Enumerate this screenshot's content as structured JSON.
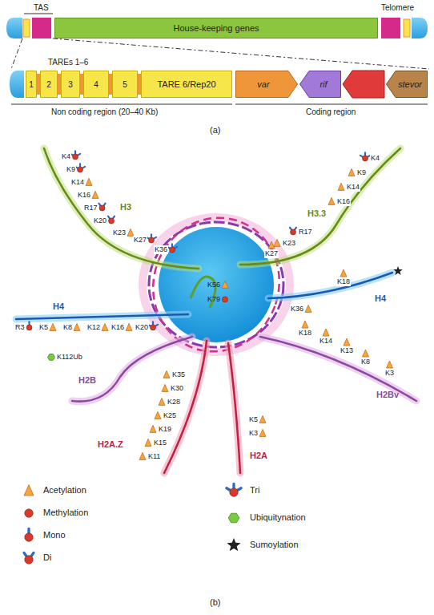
{
  "diagram": {
    "nodes": [
      {
        "text": [
          "House-keeping genes"
        ]
      },
      {
        "text": [
          "1"
        ]
      },
      {
        "text": [
          "2"
        ]
      },
      {
        "text": [
          "3"
        ]
      },
      {
        "text": [
          "4"
        ]
      },
      {
        "text": [
          "5"
        ]
      },
      {
        "text": [
          "TARE 6/Rep20"
        ]
      },
      {
        "text": [
          "var"
        ]
      },
      {
        "text": [
          "rif"
        ]
      },
      {
        "text": [
          "stevor"
        ]
      }
    ],
    "labels": [
      "TAS",
      "Telomere",
      "TAREs 1–6",
      "Non coding region (20–40 Kb)",
      "Coding region",
      "(a)",
      "H3",
      "K4",
      "K9",
      "K14",
      "K16",
      "R17",
      "K20",
      "K23",
      "K27",
      "K36",
      "H3.3",
      "K4",
      "K9",
      "K14",
      "K16",
      "R17",
      "K23",
      "K27",
      "K56",
      "K79",
      "H4",
      "R3",
      "K5",
      "K8",
      "K12",
      "K16",
      "K20",
      "H4",
      "K36",
      "K18",
      "K112Ub",
      "H2B",
      "K35",
      "K30",
      "K28",
      "K25",
      "K19",
      "K15",
      "K11",
      "H2A.Z",
      "K5",
      "K3",
      "H2A",
      "K18",
      "K14",
      "K13",
      "K8",
      "K3",
      "H2Bv",
      "(b)"
    ],
    "legend": [
      {
        "text": "Acetylation"
      },
      {
        "text": "Methylation"
      },
      {
        "text": "Mono"
      },
      {
        "text": "Di"
      },
      {
        "text": "Tri"
      },
      {
        "text": "Ubiquitynation"
      },
      {
        "text": "Sumoylation"
      }
    ]
  }
}
